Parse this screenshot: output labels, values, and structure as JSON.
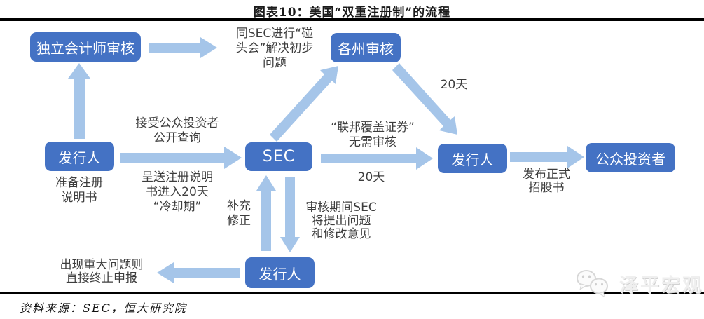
{
  "title": "图表10：美国“双重注册制”的流程",
  "boxes": {
    "accountant": "独立会计师审核",
    "states": "各州审核",
    "issuer_left": "发行人",
    "sec": "SEC",
    "issuer_right": "发行人",
    "investors": "公众投资者",
    "issuer_bottom": "发行人"
  },
  "labels": {
    "meeting": "同SEC进行“碰\n头会”解决初步\n问题",
    "inquiry": "接受公众投资者\n公开查询",
    "submit": "呈送注册说明\n书进入20天\n“冷却期”",
    "prepare": "准备注册\n说明书",
    "days20_state": "20天",
    "federal": "“联邦覆盖证券”\n无需审核",
    "days20_sec": "20天",
    "prospectus": "发布正式\n招股书",
    "supplement": "补充\n修正",
    "review": "审核期间SEC\n将提出问题\n和修改意见",
    "terminate": "出现重大问题则\n直接终止申报"
  },
  "footer": {
    "source": "资料来源：SEC，恒大研究院"
  },
  "watermark": {
    "text": "泽平宏观"
  },
  "colors": {
    "box": "#4472c4",
    "arrow": "#a5c5e9",
    "text": "#3d3d3d"
  }
}
